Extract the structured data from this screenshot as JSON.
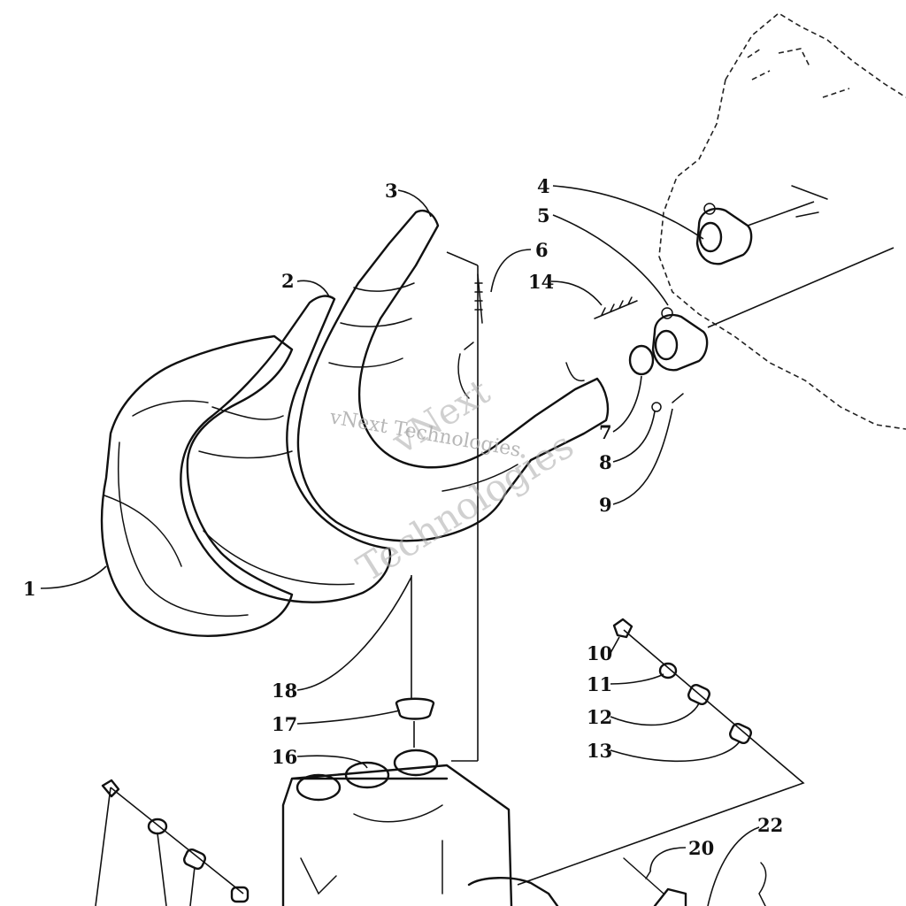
{
  "callouts": {
    "c1": "1",
    "c2": "2",
    "c3": "3",
    "c4": "4",
    "c5": "5",
    "c6": "6",
    "c7": "7",
    "c8": "8",
    "c9": "9",
    "c10": "10",
    "c11": "11",
    "c12": "12",
    "c13": "13",
    "c14": "14",
    "c16": "16",
    "c17": "17",
    "c18": "18",
    "c20": "20",
    "c22": "22"
  },
  "watermark": {
    "line1": "vNext",
    "line2": "Technologies",
    "center": "vNext Technologies"
  }
}
